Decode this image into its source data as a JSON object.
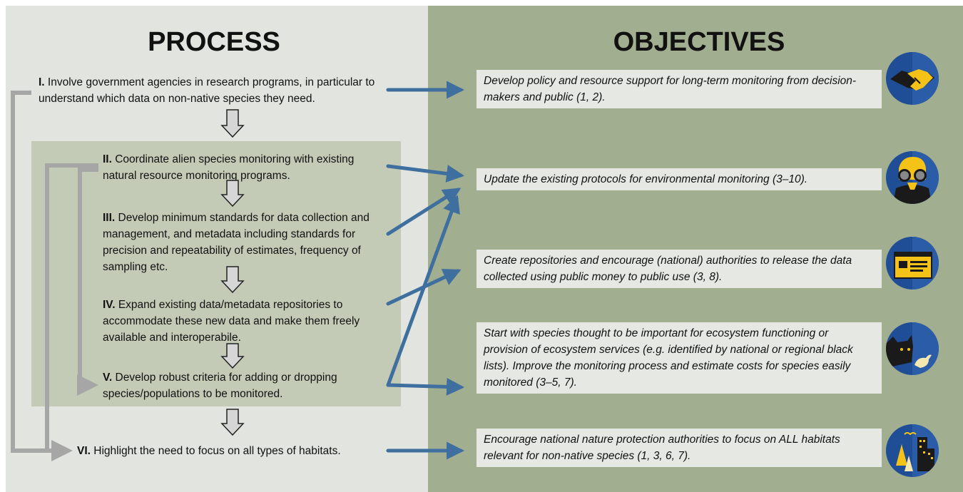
{
  "process": {
    "title": "PROCESS",
    "steps": [
      {
        "num": "I.",
        "text": " Involve government agencies in research programs, in particular to understand which data on non-native species they need."
      },
      {
        "num": "II.",
        "text": " Coordinate alien species monitoring with existing natural resource monitoring programs."
      },
      {
        "num": "III.",
        "text": " Develop minimum standards for data collection and management, and metadata including standards for precision and repeatability of estimates, frequency of sampling etc."
      },
      {
        "num": "IV.",
        "text": " Expand existing data/metadata repositories to accommodate these new data and make them freely available and interoperabile."
      },
      {
        "num": "V.",
        "text": " Develop robust criteria for adding or dropping species/populations to be monitored."
      },
      {
        "num": "VI.",
        "text": " Highlight the need to focus on all types  of habitats."
      }
    ]
  },
  "objectives": {
    "title": "OBJECTIVES",
    "items": [
      {
        "text": "Develop policy and resource support for long-term monitoring from decision-makers and public (1, 2).",
        "icon": "handshake-icon"
      },
      {
        "text": "Update the existing protocols for environmental monitoring (3–10).",
        "icon": "researcher-binoculars-icon"
      },
      {
        "text": "Create repositories and encourage (national) authorities to release the data collected using public money to public use (3, 8).",
        "icon": "browser-window-icon"
      },
      {
        "text": "Start with species thought to be important for ecosystem functioning or provision of ecosystem services (e.g. identified by national or regional black lists). Improve the monitoring process and estimate costs for species easily monitored (3–5, 7).",
        "icon": "cat-and-bird-icon"
      },
      {
        "text": "Encourage national nature protection authorities to focus on ALL habitats relevant for non-native species (1, 3, 6, 7).",
        "icon": "trees-and-city-icon"
      }
    ]
  },
  "colors": {
    "left_panel": "#e2e5df",
    "right_panel": "#a2ae90",
    "inner_box": "#c3cbb6",
    "arrow_blue": "#3f6f9e",
    "arrow_gray": "#a6a6a6",
    "badge_dark": "#1f4d96",
    "badge_light": "#2a5ca8",
    "icon_yellow": "#f5c318"
  }
}
